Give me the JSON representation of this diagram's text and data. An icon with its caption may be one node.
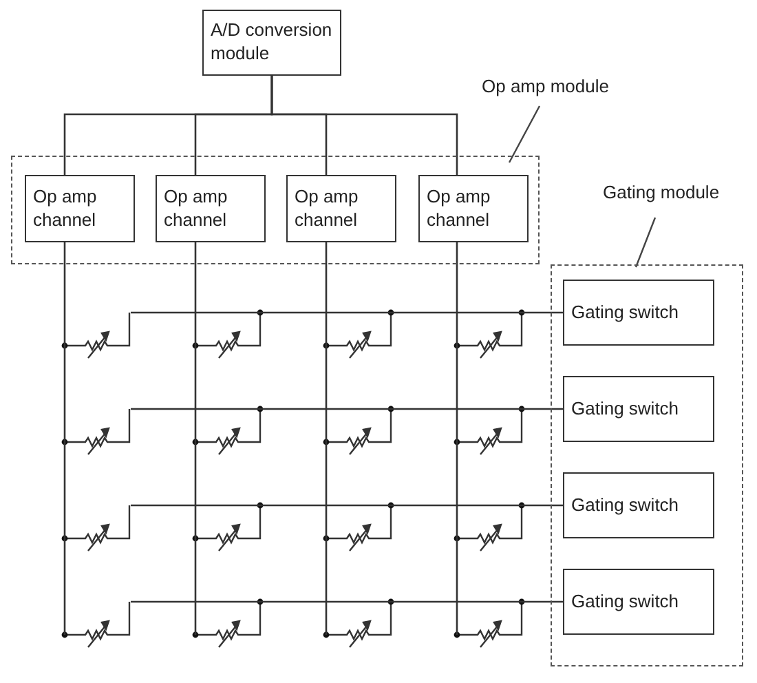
{
  "diagram": {
    "nodes": [
      {
        "text": [
          "A/D conversion module"
        ]
      },
      {
        "text": [
          "Op amp module"
        ]
      },
      {
        "text": [
          "Op amp channel"
        ],
        "in": 1
      },
      {
        "text": [
          "Op amp channel"
        ],
        "in": 1
      },
      {
        "text": [
          "Op amp channel"
        ],
        "in": 1
      },
      {
        "text": [
          "Op amp channel"
        ],
        "in": 1
      },
      {
        "text": [
          "Gating module"
        ]
      },
      {
        "text": [
          "Gating switch"
        ],
        "in": 6
      },
      {
        "text": [
          "Gating switch"
        ],
        "in": 6
      },
      {
        "text": [
          "Gating switch"
        ],
        "in": 6
      },
      {
        "text": [
          "Gating switch"
        ],
        "in": 6
      }
    ],
    "edges": [
      {
        "from": 0,
        "to": 2,
        "arrow": "none"
      },
      {
        "from": 0,
        "to": 3,
        "arrow": "none"
      },
      {
        "from": 0,
        "to": 4,
        "arrow": "none"
      },
      {
        "from": 0,
        "to": 5,
        "arrow": "none"
      },
      {
        "from": 2,
        "to": null,
        "arrow": "none"
      },
      {
        "from": 3,
        "to": null,
        "arrow": "none"
      },
      {
        "from": 4,
        "to": null,
        "arrow": "none"
      },
      {
        "from": 5,
        "to": null,
        "arrow": "none"
      },
      {
        "from": null,
        "to": 7,
        "arrow": "none"
      },
      {
        "from": null,
        "to": 8,
        "arrow": "none"
      },
      {
        "from": null,
        "to": 9,
        "arrow": "none"
      },
      {
        "from": null,
        "to": 10,
        "arrow": "none"
      }
    ]
  }
}
